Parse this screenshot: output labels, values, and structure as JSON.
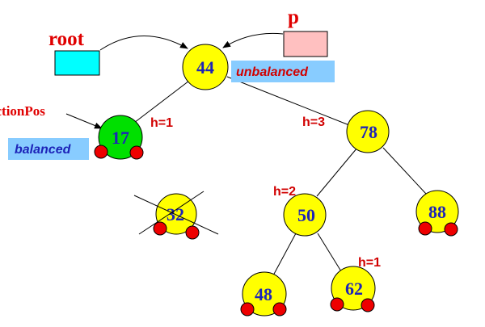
{
  "pointers": {
    "root": "root",
    "p": "p",
    "action_pos": "actionPos"
  },
  "tags": {
    "unbalanced": "unbalanced",
    "balanced": "balanced"
  },
  "heights": {
    "node17": "h=1",
    "node78": "h=3",
    "node50": "h=2",
    "node62": "h=1"
  },
  "nodes": {
    "n44": "44",
    "n17": "17",
    "n78": "78",
    "n32": "32",
    "n50": "50",
    "n88": "88",
    "n48": "48",
    "n62": "62"
  },
  "colors": {
    "node_fill": "#ffff00",
    "node_balanced_fill": "#00e000",
    "leaf_dot": "#ee0000",
    "root_box": "#00ffff",
    "p_box": "#ffc0c0",
    "tag_bg": "#88ccff",
    "unbalanced_text": "#d10000",
    "balanced_text": "#1d24b8",
    "pointer_label": "#e00000",
    "key_text": "#1d24b8"
  }
}
